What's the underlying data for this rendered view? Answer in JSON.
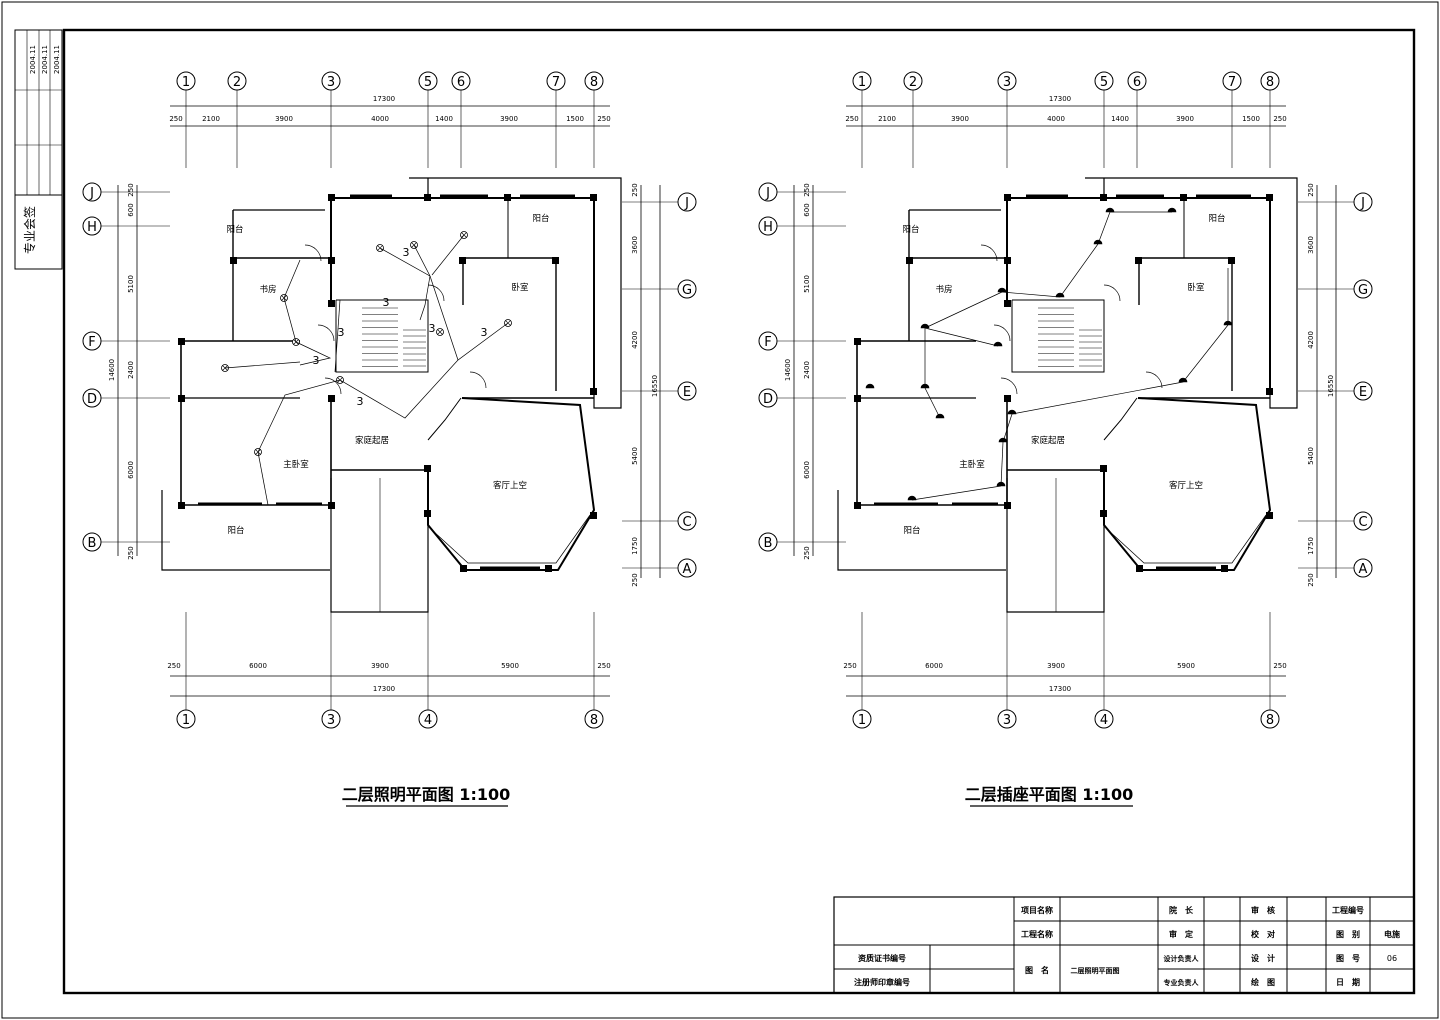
{
  "sheet": {
    "left_stamp": {
      "specialty_label": "专业会签",
      "dates": [
        "2004.11",
        "2004.11",
        "2004.11"
      ]
    }
  },
  "plans": [
    {
      "title": "二层照明平面图  1:100",
      "type": "lighting",
      "top_dims": {
        "overall": "17300",
        "segments": [
          "250",
          "2100",
          "3900",
          "4000",
          "1400",
          "3900",
          "1500",
          "250"
        ]
      },
      "bottom_dims": {
        "overall": "17300",
        "segments": [
          "250",
          "6000",
          "3900",
          "5900",
          "250"
        ]
      },
      "left_dims": {
        "overall": "14600",
        "segments": [
          "250",
          "600",
          "5100",
          "2400",
          "6000",
          "250"
        ]
      },
      "right_dims": {
        "overall": "16550",
        "segments": [
          "250",
          "3600",
          "4200",
          "5400",
          "1750",
          "250"
        ]
      },
      "axes_top": [
        "1",
        "2",
        "3",
        "5",
        "6",
        "7",
        "8"
      ],
      "axes_bottom": [
        "1",
        "3",
        "4",
        "8"
      ],
      "axes_left": [
        "J",
        "H",
        "F",
        "D",
        "B"
      ],
      "axes_right": [
        "J",
        "G",
        "E",
        "C",
        "A"
      ],
      "rooms": {
        "balcony_nw": "阳台",
        "balcony_ne": "阳台",
        "study": "书房",
        "bedroom": "卧室",
        "family_room": "家庭起居",
        "master_bedroom": "主卧室",
        "balcony_sw": "阳台",
        "living_void": "客厅上空"
      },
      "circuit_labels": [
        "3",
        "3",
        "3",
        "3",
        "3",
        "3",
        "3"
      ]
    },
    {
      "title": "二层插座平面图  1:100",
      "type": "socket",
      "top_dims": {
        "overall": "17300",
        "segments": [
          "250",
          "2100",
          "3900",
          "4000",
          "1400",
          "3900",
          "1500",
          "250"
        ]
      },
      "bottom_dims": {
        "overall": "17300",
        "segments": [
          "250",
          "6000",
          "3900",
          "5900",
          "250"
        ]
      },
      "left_dims": {
        "overall": "14600",
        "segments": [
          "250",
          "600",
          "5100",
          "2400",
          "6000",
          "250"
        ]
      },
      "right_dims": {
        "overall": "16550",
        "segments": [
          "250",
          "3600",
          "4200",
          "5400",
          "1750",
          "250"
        ]
      },
      "axes_top": [
        "1",
        "2",
        "3",
        "5",
        "6",
        "7",
        "8"
      ],
      "axes_bottom": [
        "1",
        "3",
        "4",
        "8"
      ],
      "axes_left": [
        "J",
        "H",
        "F",
        "D",
        "B"
      ],
      "axes_right": [
        "J",
        "G",
        "E",
        "C",
        "A"
      ],
      "rooms": {
        "balcony_nw": "阳台",
        "balcony_ne": "阳台",
        "study": "书房",
        "bedroom": "卧室",
        "family_room": "家庭起居",
        "master_bedroom": "主卧室",
        "balcony_sw": "阳台",
        "living_void": "客厅上空"
      }
    }
  ],
  "title_block": {
    "project_name_label": "项目名称",
    "project_title_label": "工程名称",
    "cert_no_label": "资质证书编号",
    "reg_stamp_label": "注册师印章编号",
    "drawing_name_label": "图　名",
    "drawing_name_value": "二层照明平面图",
    "dean": "院　长",
    "approve": "审　定",
    "design_lead": "设计负责人",
    "specialty_lead": "专业负责人",
    "review": "审　核",
    "check": "校　对",
    "design": "设　计",
    "draw": "绘　图",
    "project_no_label": "工程编号",
    "drawing_cat_label": "图　别",
    "drawing_cat_value": "电施",
    "drawing_no_label": "图　号",
    "drawing_no_value": "06",
    "date_label": "日　期"
  }
}
